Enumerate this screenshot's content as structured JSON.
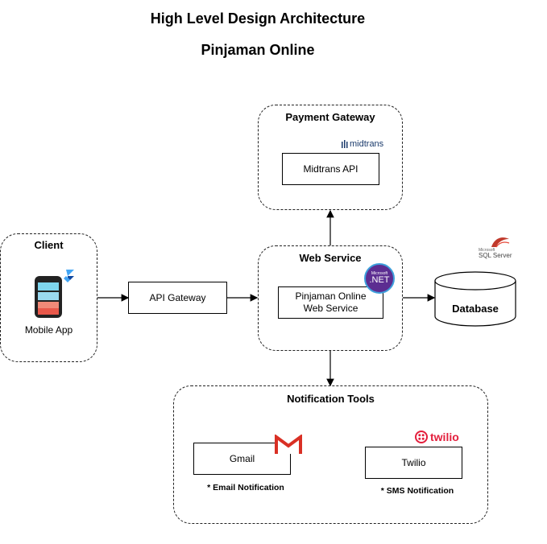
{
  "title": "High Level Design Architecture",
  "subtitle": "Pinjaman Online",
  "client": {
    "label": "Client",
    "app_label": "Mobile App"
  },
  "api_gateway": {
    "label": "API Gateway"
  },
  "payment_gateway": {
    "label": "Payment Gateway",
    "logo_text": "midtrans",
    "service_label": "Midtrans API"
  },
  "web_service": {
    "label": "Web Service",
    "service_line1": "Pinjaman Online",
    "service_line2": "Web Service",
    "logo_small": "Microsoft",
    "logo_text": ".NET"
  },
  "database": {
    "label": "Database",
    "logo_small": "Microsoft",
    "logo_text": "SQL Server"
  },
  "notification": {
    "label": "Notification Tools",
    "gmail_label": "Gmail",
    "gmail_note": "* Email Notification",
    "twilio_label": "Twilio",
    "twilio_logo": "twilio",
    "twilio_note": "* SMS Notification"
  },
  "colors": {
    "dotnet": "#5c2d91",
    "midtrans": "#1a3a6b",
    "twilio": "#e31e3c",
    "gmail": "#d93025",
    "flutter": "#42a5f5"
  }
}
